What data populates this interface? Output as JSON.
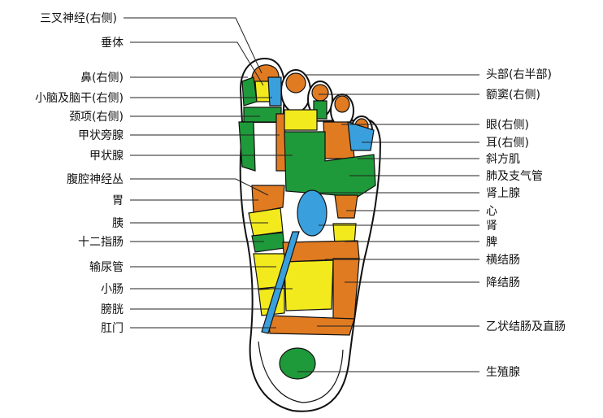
{
  "colors": {
    "green": "#1f9a3a",
    "orange": "#e07b22",
    "yellow": "#f2ea1c",
    "blue": "#3aa0dd",
    "white": "#ffffff",
    "line": "#222222"
  },
  "labels_left": [
    "三叉神经(右侧)",
    "垂体",
    "鼻(右侧)",
    "小脑及脑干(右侧)",
    "颈项(右侧)",
    "甲状旁腺",
    "甲状腺",
    "腹腔神经丛",
    "胃",
    "胰",
    "十二指肠",
    "输尿管",
    "小肠",
    "膀胱",
    "肛门"
  ],
  "labels_right": [
    "头部(右半部)",
    "额窦(右侧)",
    "眼(右侧)",
    "耳(右侧)",
    "斜方肌",
    "肺及支气管",
    "肾上腺",
    "心",
    "肾",
    "脾",
    "横结肠",
    "降结肠",
    "乙状结肠及直肠",
    "生殖腺"
  ]
}
